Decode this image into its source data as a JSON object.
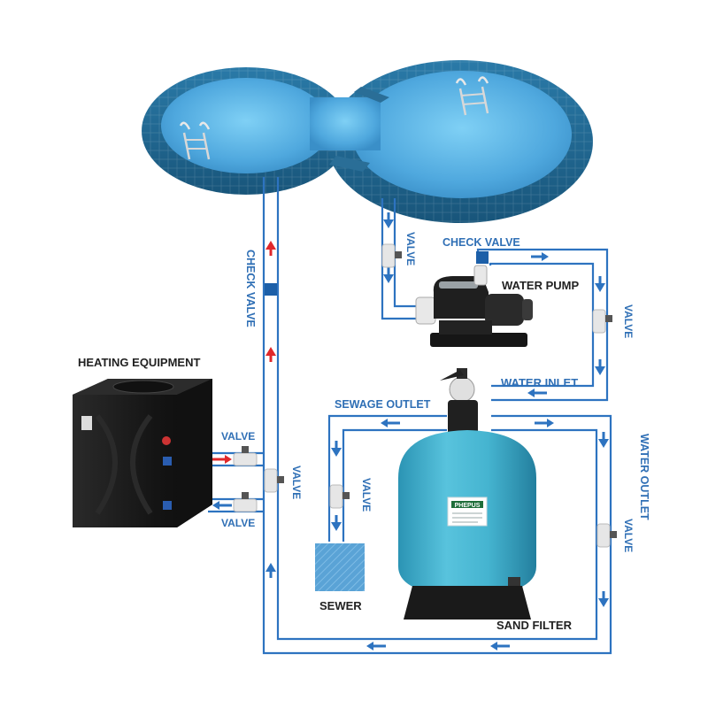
{
  "labels": {
    "heating_equipment": "HEATING EQUIPMENT",
    "check_valve_vertical": "CHECK VALVE",
    "check_valve_top": "CHECK VALVE",
    "water_pump": "WATER PUMP",
    "water_inlet": "WATER INLET",
    "sewage_outlet": "SEWAGE OUTLET",
    "water_outlet": "WATER OUTLET",
    "sewer": "SEWER",
    "sand_filter": "SAND FILTER",
    "valve": "VALVE"
  },
  "filter_brand": "PHEPUS",
  "colors": {
    "pipe": "#2d73c0",
    "label_blue": "#2f6fb5",
    "label_dark": "#222222",
    "arrow_blue": "#2d73c0",
    "arrow_red": "#e0282b",
    "pool_water": "#5fb6e6",
    "pool_rim": "#1f5f86",
    "filter_tank": "#3fb0cc",
    "heater_body": "#1b1b1b"
  },
  "icons": [
    "pool-icon",
    "ladder-icon",
    "pump-icon",
    "sand-filter-icon",
    "heat-pump-icon",
    "valve-icon",
    "check-valve-icon",
    "sewer-icon"
  ]
}
